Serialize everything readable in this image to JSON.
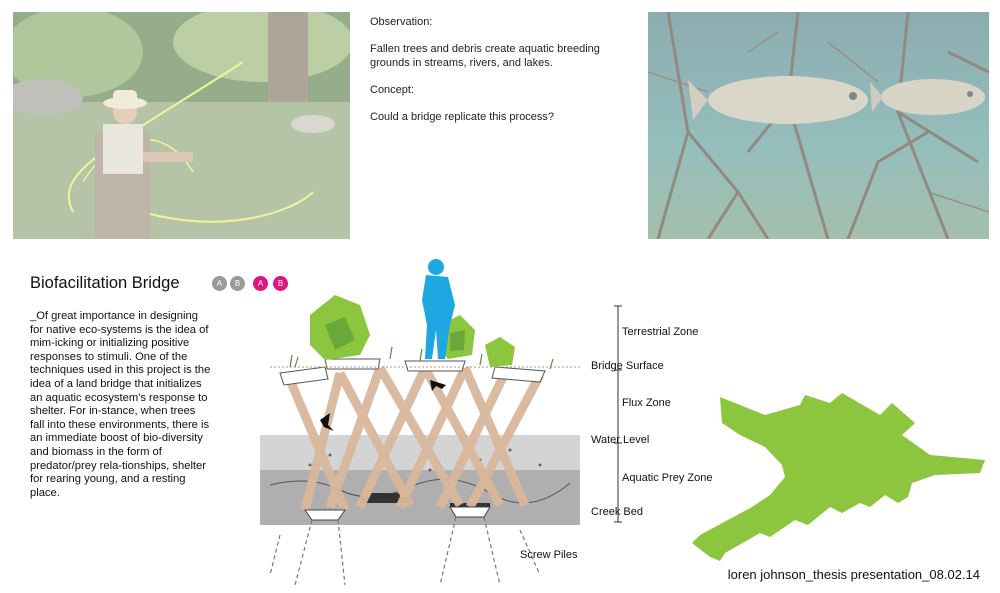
{
  "observation": {
    "heading": "Observation:",
    "text": "Fallen trees and debris create aquatic breeding grounds in streams, rivers, and lakes.",
    "concept_heading": "Concept:",
    "concept_text": "Could a bridge replicate this process?"
  },
  "title": "Biofacilitation Bridge",
  "badges": [
    {
      "label": "A",
      "color": "#9a9a9a"
    },
    {
      "label": "B",
      "color": "#9a9a9a"
    },
    {
      "label": "A",
      "color": "#e0157f"
    },
    {
      "label": "B",
      "color": "#e0157f"
    }
  ],
  "body_text": "_Of great importance in designing for native eco-systems is the idea of mim-icking or initializing positive responses to stimuli. One of the techniques used in this project is the idea of a land bridge that initializes an aquatic ecosystem's response to shelter. For in-stance, when trees fall into these environments, there is an immediate boost of bio-diversity and biomass in the form of predator/prey rela-tionships, shelter for rearing young, and a resting place.",
  "zones": {
    "terrestrial": "Terrestrial Zone",
    "bridge_surface": "Bridge Surface",
    "flux": "Flux Zone",
    "water_level": "Water Level",
    "aquatic_prey": "Aquatic Prey Zone",
    "creek_bed": "Creek Bed",
    "screw_piles": "Screw Piles"
  },
  "signature": "loren johnson_thesis presentation_08.02.14",
  "colors": {
    "accent_green": "#8cc63f",
    "person_blue": "#1ea7e1",
    "badge_pink": "#e0157f",
    "timber": "#d9b89c"
  }
}
